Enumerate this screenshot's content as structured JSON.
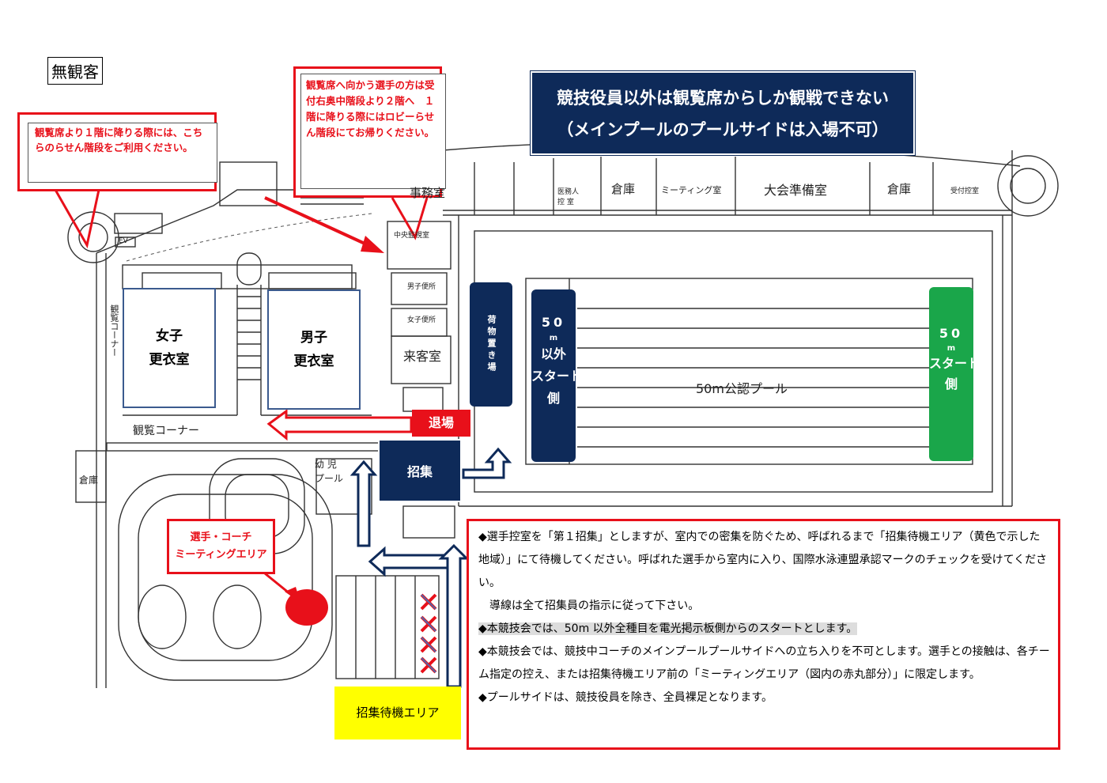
{
  "no_audience_label": "無観客",
  "banner": {
    "line1": "競技役員以外は観覧席からしか観戦できない",
    "line2": "（メインプールのプールサイドは入場不可）"
  },
  "note_left": "観覧席より１階に降りる際には、こちらのらせん階段をご利用ください。",
  "note_center": "観覧席へ向かう選手の方は受付右奥中階段より２階へ　１階に降りる際にはロビーらせん階段にてお帰りください。",
  "rooms": {
    "jimushitsu": "事務室",
    "medical": "医務人\n控 室",
    "souko1": "倉庫",
    "meeting": "ミーティング室",
    "taikai": "大会準備室",
    "souko2": "倉庫",
    "reception": "受付控室",
    "center": "中央監視室",
    "women_locker": "女子\n更衣室",
    "men_locker": "男子\n更衣室",
    "kanran_corner": "観覧コーナー",
    "kanran_corner_v": "観覧コーナー",
    "raikyaku": "来客室",
    "kids_pool": "幼 児\nプール",
    "souko_left": "倉庫",
    "main_pool": "50m公認プール",
    "ev": "EV",
    "wc1": "男子便所",
    "wc2": "女子便所"
  },
  "baggage": "荷物置き場",
  "exit_label": "退場",
  "call_label": "招集",
  "start_left": {
    "num": "50",
    "unit": "m",
    "rest": "以外\nスタート\n側"
  },
  "start_right": {
    "num": "50",
    "unit": "m",
    "rest": "スタート\n側"
  },
  "meeting_area": "選手・コーチ\nミーティングエリア",
  "waiting_area": "招集待機エリア",
  "info": {
    "p1": "◆選手控室を「第１招集」としますが、室内での密集を防ぐため、呼ばれるまで「招集待機エリア（黄色で示した地域）」にて待機してください。呼ばれた選手から室内に入り、国際水泳連盟承認マークのチェックを受けてください。",
    "p1b": "　導線は全て招集員の指示に従って下さい。",
    "p2": "◆本競技会では、50m 以外全種目を電光掲示板側からのスタートとします。",
    "p3": "◆本競技会では、競技中コーチのメインプールプールサイドへの立ち入りを不可とします。選手との接触は、各チーム指定の控え、または招集待機エリア前の「ミーティングエリア（図内の赤丸部分）」に限定します。",
    "p4": "◆プールサイドは、競技役員を除き、全員裸足となります。"
  },
  "colors": {
    "navy": "#0e2a59",
    "red": "#e8101a",
    "green": "#1aa64a",
    "yellow": "#ffff00"
  }
}
